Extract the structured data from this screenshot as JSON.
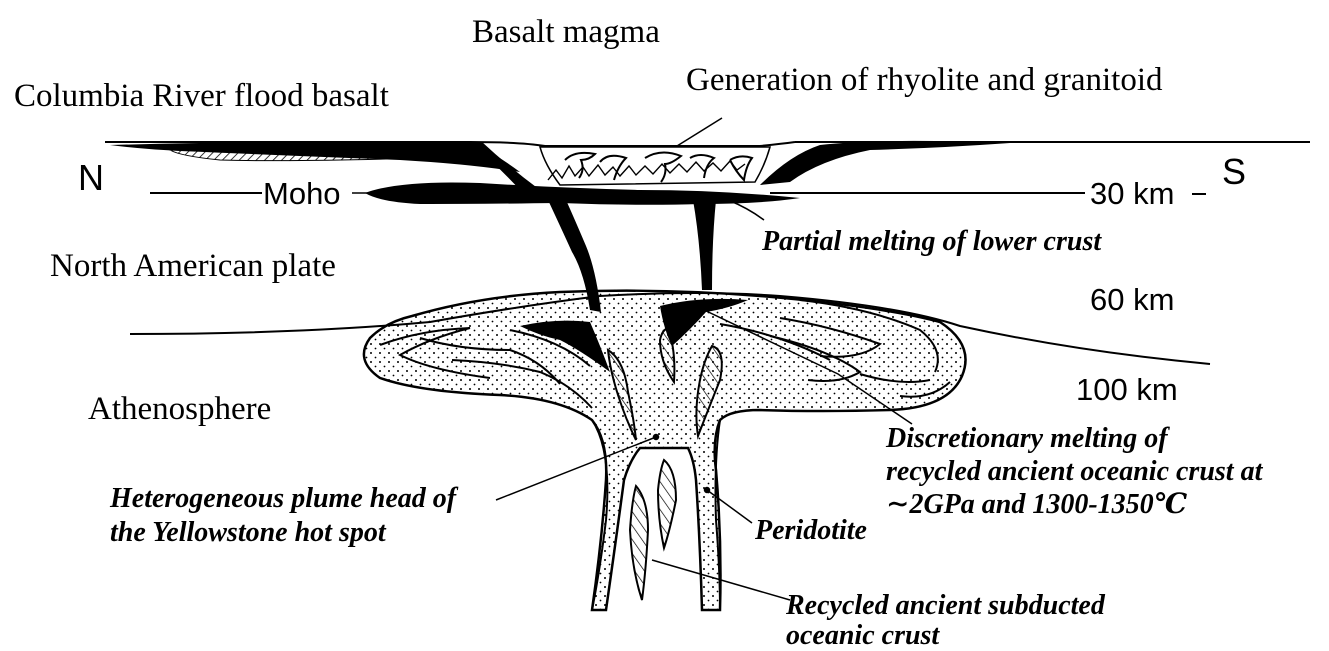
{
  "labels": {
    "basalt_magma": "Basalt magma",
    "columbia": "Columbia River flood basalt",
    "rhyolite": "Generation of rhyolite and granitoid",
    "north": "N",
    "south": "S",
    "moho": "Moho",
    "depth_30": "30 km",
    "partial_melting": "Partial melting of lower crust",
    "na_plate": "North American plate",
    "depth_60": "60 km",
    "depth_100": "100 km",
    "athenosphere": "Athenosphere",
    "discretionary": [
      "Discretionary melting of",
      "recycled ancient oceanic crust at",
      "∼2GPa and 1300-1350℃"
    ],
    "plume_head": [
      "Heterogeneous plume head of",
      "the Yellowstone hot spot"
    ],
    "peridotite": "Peridotite",
    "recycled_crust": [
      "Recycled ancient subducted",
      "oceanic crust"
    ]
  }
}
